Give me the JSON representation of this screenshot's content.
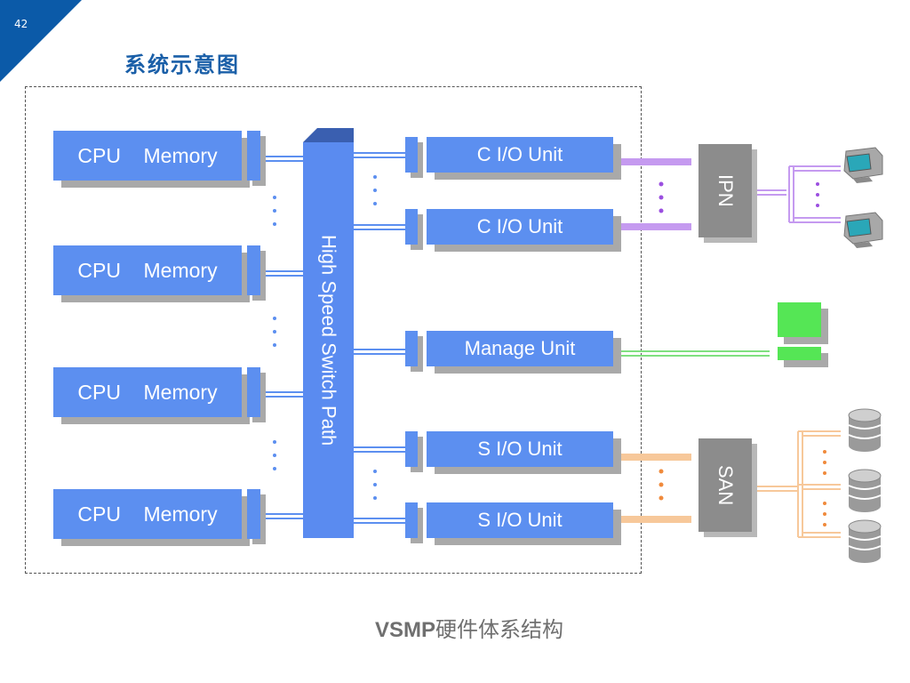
{
  "slide": {
    "page_number": "42",
    "title": "系统示意图",
    "caption_bold": "VSMP",
    "caption_rest": "硬件体系结构"
  },
  "diagram": {
    "cpu_units": [
      {
        "label": "CPU    Memory"
      },
      {
        "label": "CPU    Memory"
      },
      {
        "label": "CPU    Memory"
      },
      {
        "label": "CPU    Memory"
      }
    ],
    "switch_label": "High Speed Switch Path",
    "io_units": [
      {
        "label": "C I/O Unit"
      },
      {
        "label": "C I/O Unit"
      },
      {
        "label": "Manage Unit"
      },
      {
        "label": "S I/O Unit"
      },
      {
        "label": "S I/O Unit"
      }
    ],
    "hubs": [
      {
        "label": "IPN"
      },
      {
        "label": "SAN"
      }
    ],
    "ellipsis": "⋮",
    "colors": {
      "unit_blue": "#5c8ff0",
      "switch_blue": "#5a8bf0",
      "ipn_link": "#c59af0",
      "san_link": "#f7c89a",
      "manage_link": "#7fe07f",
      "hub_gray": "#8c8c8c",
      "title_blue": "#1a5fa8"
    },
    "icons": [
      "monitor-icon",
      "monitor-icon",
      "terminal-icon",
      "database-icon",
      "database-icon",
      "database-icon"
    ]
  }
}
